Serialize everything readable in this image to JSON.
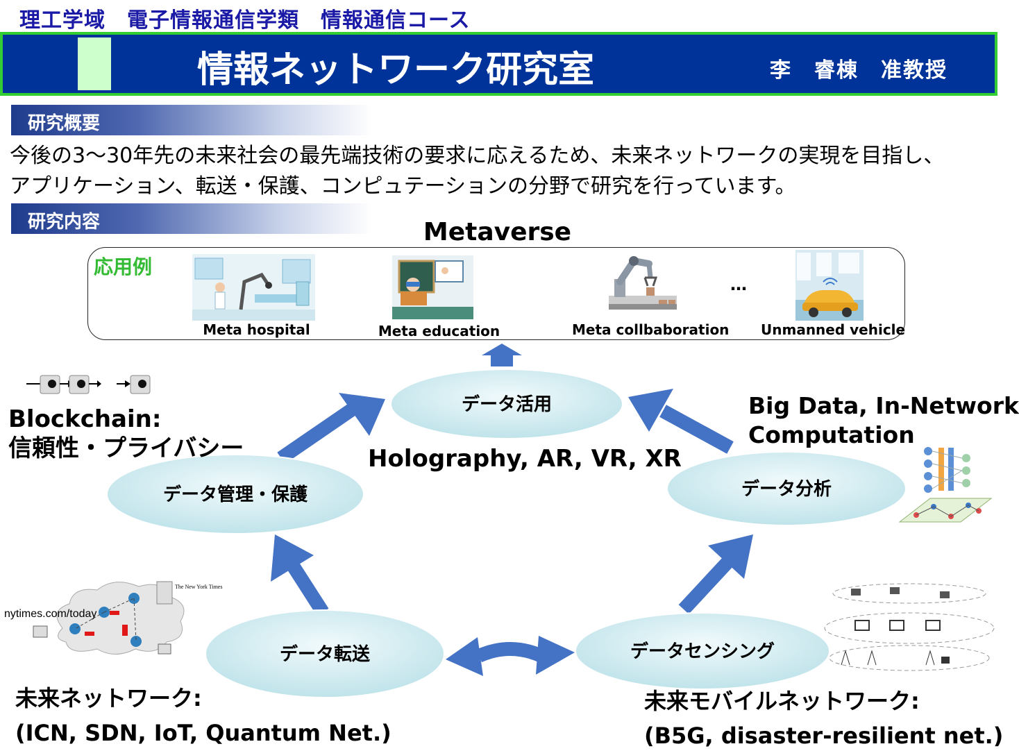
{
  "header": {
    "department": "理工学域　電子情報通信学類　情報通信コース",
    "lab_title": "情報ネットワーク研究室",
    "professor": "李　睿棟　准教授"
  },
  "overview": {
    "heading": "研究概要",
    "line1": "今後の3～30年先の未来社会の最先端技術の要求に応えるため、未来ネットワークの実現を目指し、",
    "line2": "アプリケーション、転送・保護、コンピュテーションの分野で研究を行っています。"
  },
  "research": {
    "heading": "研究内容",
    "metaverse": "Metaverse",
    "applications_label": "応用例",
    "applications": [
      {
        "caption": "Meta hospital",
        "icon": "hospital-robot-illustration"
      },
      {
        "caption": "Meta education",
        "icon": "vr-classroom-illustration"
      },
      {
        "caption": "Meta collbaboration",
        "icon": "robot-arm-illustration"
      },
      {
        "caption": "Unmanned vehicle",
        "icon": "autonomous-car-illustration"
      }
    ],
    "ellipsis": "…"
  },
  "cycle": {
    "utilization": "データ活用",
    "management": "データ管理・保護",
    "analysis": "データ分析",
    "transfer": "データ転送",
    "sensing": "データセンシング"
  },
  "labels": {
    "blockchain_1": "Blockchain:",
    "blockchain_2": "信頼性・プライバシー",
    "holography": "Holography, AR, VR, XR",
    "bigdata_1": "Big Data, In-Network",
    "bigdata_2": "Computation",
    "future_net_1": "未来ネットワーク:",
    "future_net_2": "(ICN, SDN, IoT, Quantum Net.)",
    "mobile_net_1": "未来モバイルネットワーク:",
    "mobile_net_2": "(B5G, disaster-resilient net.)",
    "url": "nytimes.com/today",
    "nyt": "The New York Times"
  },
  "colors": {
    "dept_text": "#1a1aa6",
    "banner": "#003399",
    "banner_border": "#33cc33",
    "accent": "#ccffcc",
    "arrow": "#4472c4",
    "oval_fill": "#d6eef2",
    "app_label": "#33bb33"
  }
}
